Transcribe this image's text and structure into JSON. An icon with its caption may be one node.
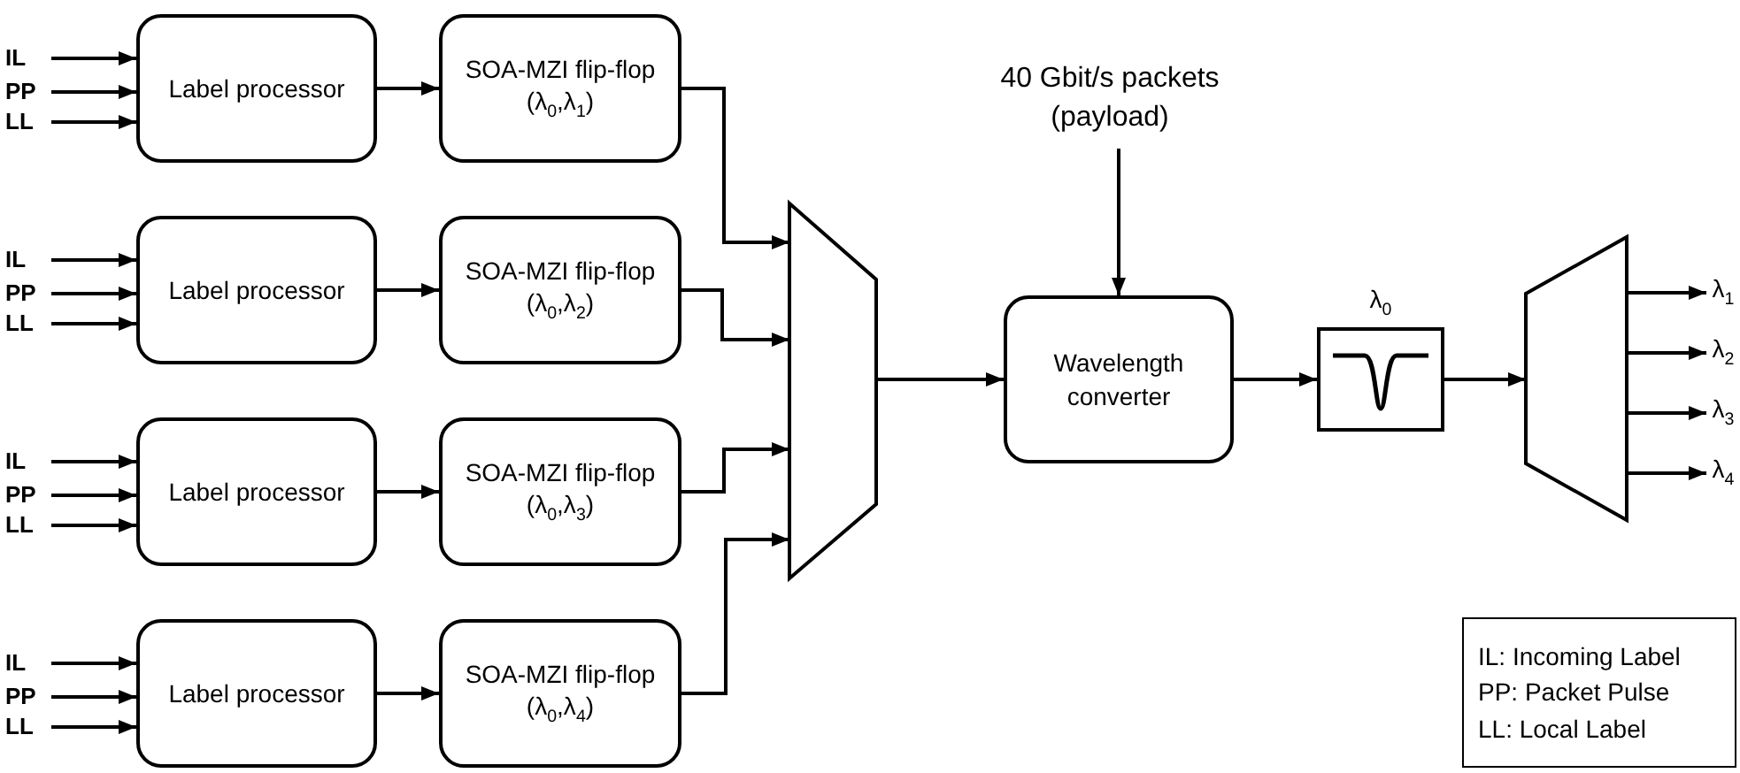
{
  "diagram": {
    "nodes": [
      {
        "text": [
          "IL"
        ]
      },
      {
        "text": [
          "PP"
        ]
      },
      {
        "text": [
          "LL"
        ]
      },
      {
        "text": [
          "Label processor"
        ]
      },
      {
        "text": [
          "SOA-MZI flip-flop (λ$_{0}$,λ$_{1}$)"
        ]
      },
      {
        "text": [
          "IL"
        ]
      },
      {
        "text": [
          "PP"
        ]
      },
      {
        "text": [
          "LL"
        ]
      },
      {
        "text": [
          "Label processor"
        ]
      },
      {
        "text": [
          "SOA-MZI flip-flop (λ$_{0}$,λ$_{2}$)"
        ]
      },
      {
        "text": [
          "IL"
        ]
      },
      {
        "text": [
          "PP"
        ]
      },
      {
        "text": [
          "LL"
        ]
      },
      {
        "text": [
          "Label processor"
        ]
      },
      {
        "text": [
          "SOA-MZI flip-flop (λ$_{0}$,λ$_{3}$)"
        ]
      },
      {
        "text": [
          "IL"
        ]
      },
      {
        "text": [
          "PP"
        ]
      },
      {
        "text": [
          "LL"
        ]
      },
      {
        "text": [
          "Label processor"
        ]
      },
      {
        "text": [
          "SOA-MZI flip-flop (λ$_{0}$,λ$_{4}$)"
        ]
      },
      {
        "text": [],
        "shape": "trapezoid"
      },
      {
        "text": [
          "40 Gbit/s packets (payload)"
        ]
      },
      {
        "text": [
          "Wavelength converter"
        ]
      },
      {
        "text": [
          "λ$_{0}$"
        ]
      },
      {
        "text": [],
        "shape": "trapezoid"
      },
      {
        "text": [
          "λ$_{1}$"
        ]
      },
      {
        "text": [
          "λ$_{2}$"
        ]
      },
      {
        "text": [
          "λ$_{3}$"
        ]
      },
      {
        "text": [
          "λ$_{4}$"
        ]
      },
      {
        "text": [
          "IL: Incoming Label",
          "PP: Packet Pulse",
          "LL: Local Label"
        ]
      }
    ],
    "edges": [
      {
        "from": 0,
        "to": 3,
        "arrow": "to"
      },
      {
        "from": 1,
        "to": 3,
        "arrow": "to"
      },
      {
        "from": 2,
        "to": 3,
        "arrow": "to"
      },
      {
        "from": 3,
        "to": 4,
        "arrow": "to"
      },
      {
        "from": 4,
        "to": 20,
        "arrow": "to"
      },
      {
        "from": 5,
        "to": 8,
        "arrow": "to"
      },
      {
        "from": 6,
        "to": 8,
        "arrow": "to"
      },
      {
        "from": 7,
        "to": 8,
        "arrow": "to"
      },
      {
        "from": 8,
        "to": 9,
        "arrow": "to"
      },
      {
        "from": 9,
        "to": 20,
        "arrow": "to"
      },
      {
        "from": 10,
        "to": 13,
        "arrow": "to"
      },
      {
        "from": 11,
        "to": 13,
        "arrow": "to"
      },
      {
        "from": 12,
        "to": 13,
        "arrow": "to"
      },
      {
        "from": 13,
        "to": 14,
        "arrow": "to"
      },
      {
        "from": 14,
        "to": 20,
        "arrow": "to"
      },
      {
        "from": 15,
        "to": 18,
        "arrow": "to"
      },
      {
        "from": 16,
        "to": 18,
        "arrow": "to"
      },
      {
        "from": 17,
        "to": 18,
        "arrow": "to"
      },
      {
        "from": 18,
        "to": 19,
        "arrow": "to"
      },
      {
        "from": 19,
        "to": 20,
        "arrow": "to"
      },
      {
        "from": 20,
        "to": 22,
        "arrow": "to"
      },
      {
        "from": 21,
        "to": 22,
        "arrow": "to"
      },
      {
        "from": 22,
        "to": 23,
        "arrow": "to"
      },
      {
        "from": 23,
        "to": 24,
        "arrow": "to"
      },
      {
        "from": 24,
        "to": 25,
        "arrow": "to"
      },
      {
        "from": 24,
        "to": 26,
        "arrow": "to"
      },
      {
        "from": 24,
        "to": 27,
        "arrow": "to"
      },
      {
        "from": 24,
        "to": 28,
        "arrow": "to"
      }
    ]
  }
}
